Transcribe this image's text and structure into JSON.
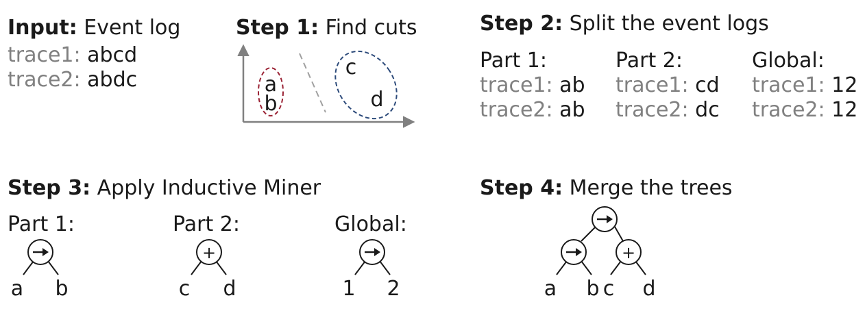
{
  "input": {
    "heading_bold": "Input:",
    "heading_rest": " Event log",
    "traces": [
      {
        "label": "trace1:",
        "value": " abcd"
      },
      {
        "label": "trace2:",
        "value": " abdc"
      }
    ]
  },
  "step1": {
    "heading_bold": "Step 1:",
    "heading_rest": " Find cuts",
    "nodes": [
      "a",
      "b",
      "c",
      "d"
    ],
    "colors": {
      "left_cluster": "#9b2335",
      "right_cluster": "#2c4a7a",
      "axis": "#808080",
      "cut_line": "#a0a0a0"
    }
  },
  "step2": {
    "heading_bold": "Step 2:",
    "heading_rest": " Split the event logs",
    "parts": [
      {
        "title": "Part 1:",
        "rows": [
          {
            "label": "trace1:",
            "value": " ab"
          },
          {
            "label": "trace2:",
            "value": " ab"
          }
        ]
      },
      {
        "title": "Part 2:",
        "rows": [
          {
            "label": "trace1:",
            "value": " cd"
          },
          {
            "label": "trace2:",
            "value": " dc"
          }
        ]
      },
      {
        "title": "Global:",
        "rows": [
          {
            "label": "trace1:",
            "value": " 12"
          },
          {
            "label": "trace2:",
            "value": " 12"
          }
        ]
      }
    ]
  },
  "step3": {
    "heading_bold": "Step 3:",
    "heading_rest": " Apply Inductive Miner",
    "trees": [
      {
        "title": "Part 1:",
        "operator": "sequence-arrow-icon",
        "leaves": [
          "a",
          "b"
        ]
      },
      {
        "title": "Part 2:",
        "operator_symbol": "+",
        "leaves": [
          "c",
          "d"
        ]
      },
      {
        "title": "Global:",
        "operator": "sequence-arrow-icon",
        "leaves": [
          "1",
          "2"
        ]
      }
    ]
  },
  "step4": {
    "heading_bold": "Step 4:",
    "heading_rest": " Merge the trees",
    "root_operator": "sequence-arrow-icon",
    "left_operator": "sequence-arrow-icon",
    "right_operator_symbol": "+",
    "leaves": [
      "a",
      "b",
      "c",
      "d"
    ]
  }
}
